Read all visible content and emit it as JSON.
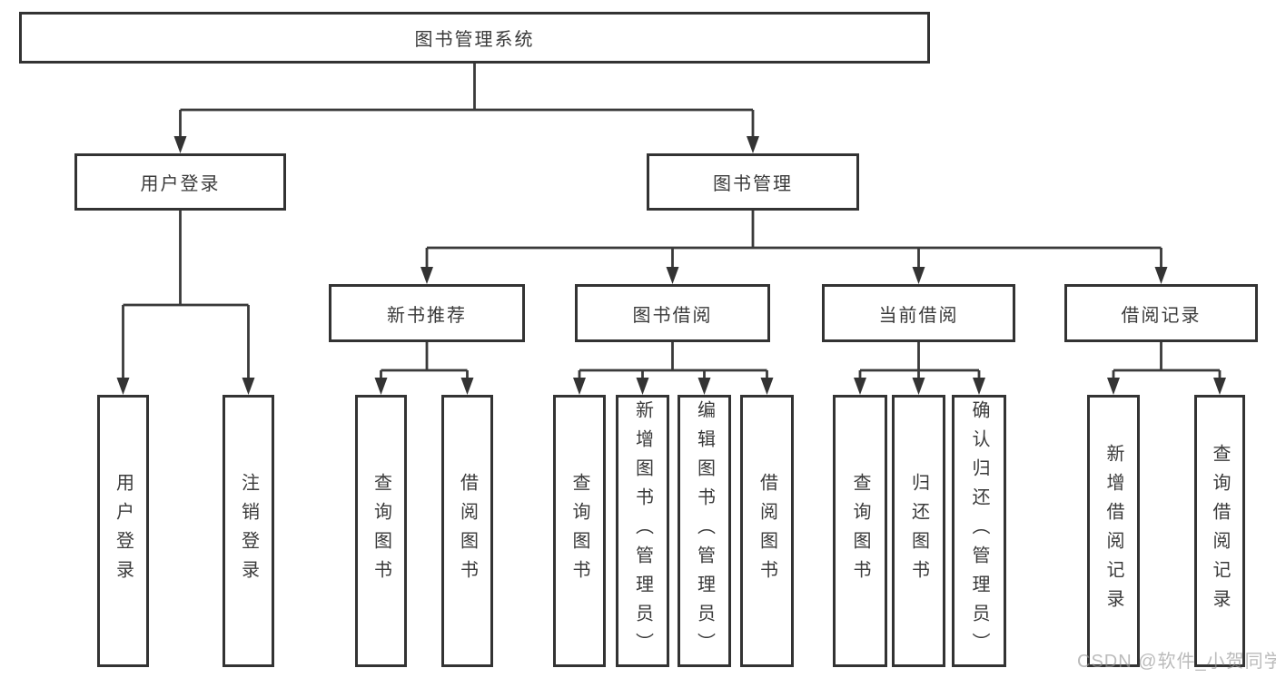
{
  "diagram": {
    "root": {
      "label": "图书管理系统"
    },
    "level2": [
      {
        "label": "用户登录"
      },
      {
        "label": "图书管理"
      }
    ],
    "level3": [
      {
        "label": "新书推荐"
      },
      {
        "label": "图书借阅"
      },
      {
        "label": "当前借阅"
      },
      {
        "label": "借阅记录"
      }
    ],
    "leaves": {
      "user_login": [
        "用户登录",
        "注销登录"
      ],
      "new_book_recommend": [
        "查询图书",
        "借阅图书"
      ],
      "book_borrow": [
        "查询图书",
        "新增图书（管理员）",
        "编辑图书（管理员）",
        "借阅图书"
      ],
      "current_borrow": [
        "查询图书",
        "归还图书",
        "确认归还（管理员）"
      ],
      "borrow_records": [
        "新增借阅记录",
        "查询借阅记录"
      ]
    }
  },
  "watermark": {
    "text": "CSDN @软件_小贺同学"
  },
  "colors": {
    "line": "#3a3a3a",
    "border": "#333333",
    "text": "#3a3a3a",
    "background": "#ffffff",
    "watermark": "#bcbcbc"
  }
}
